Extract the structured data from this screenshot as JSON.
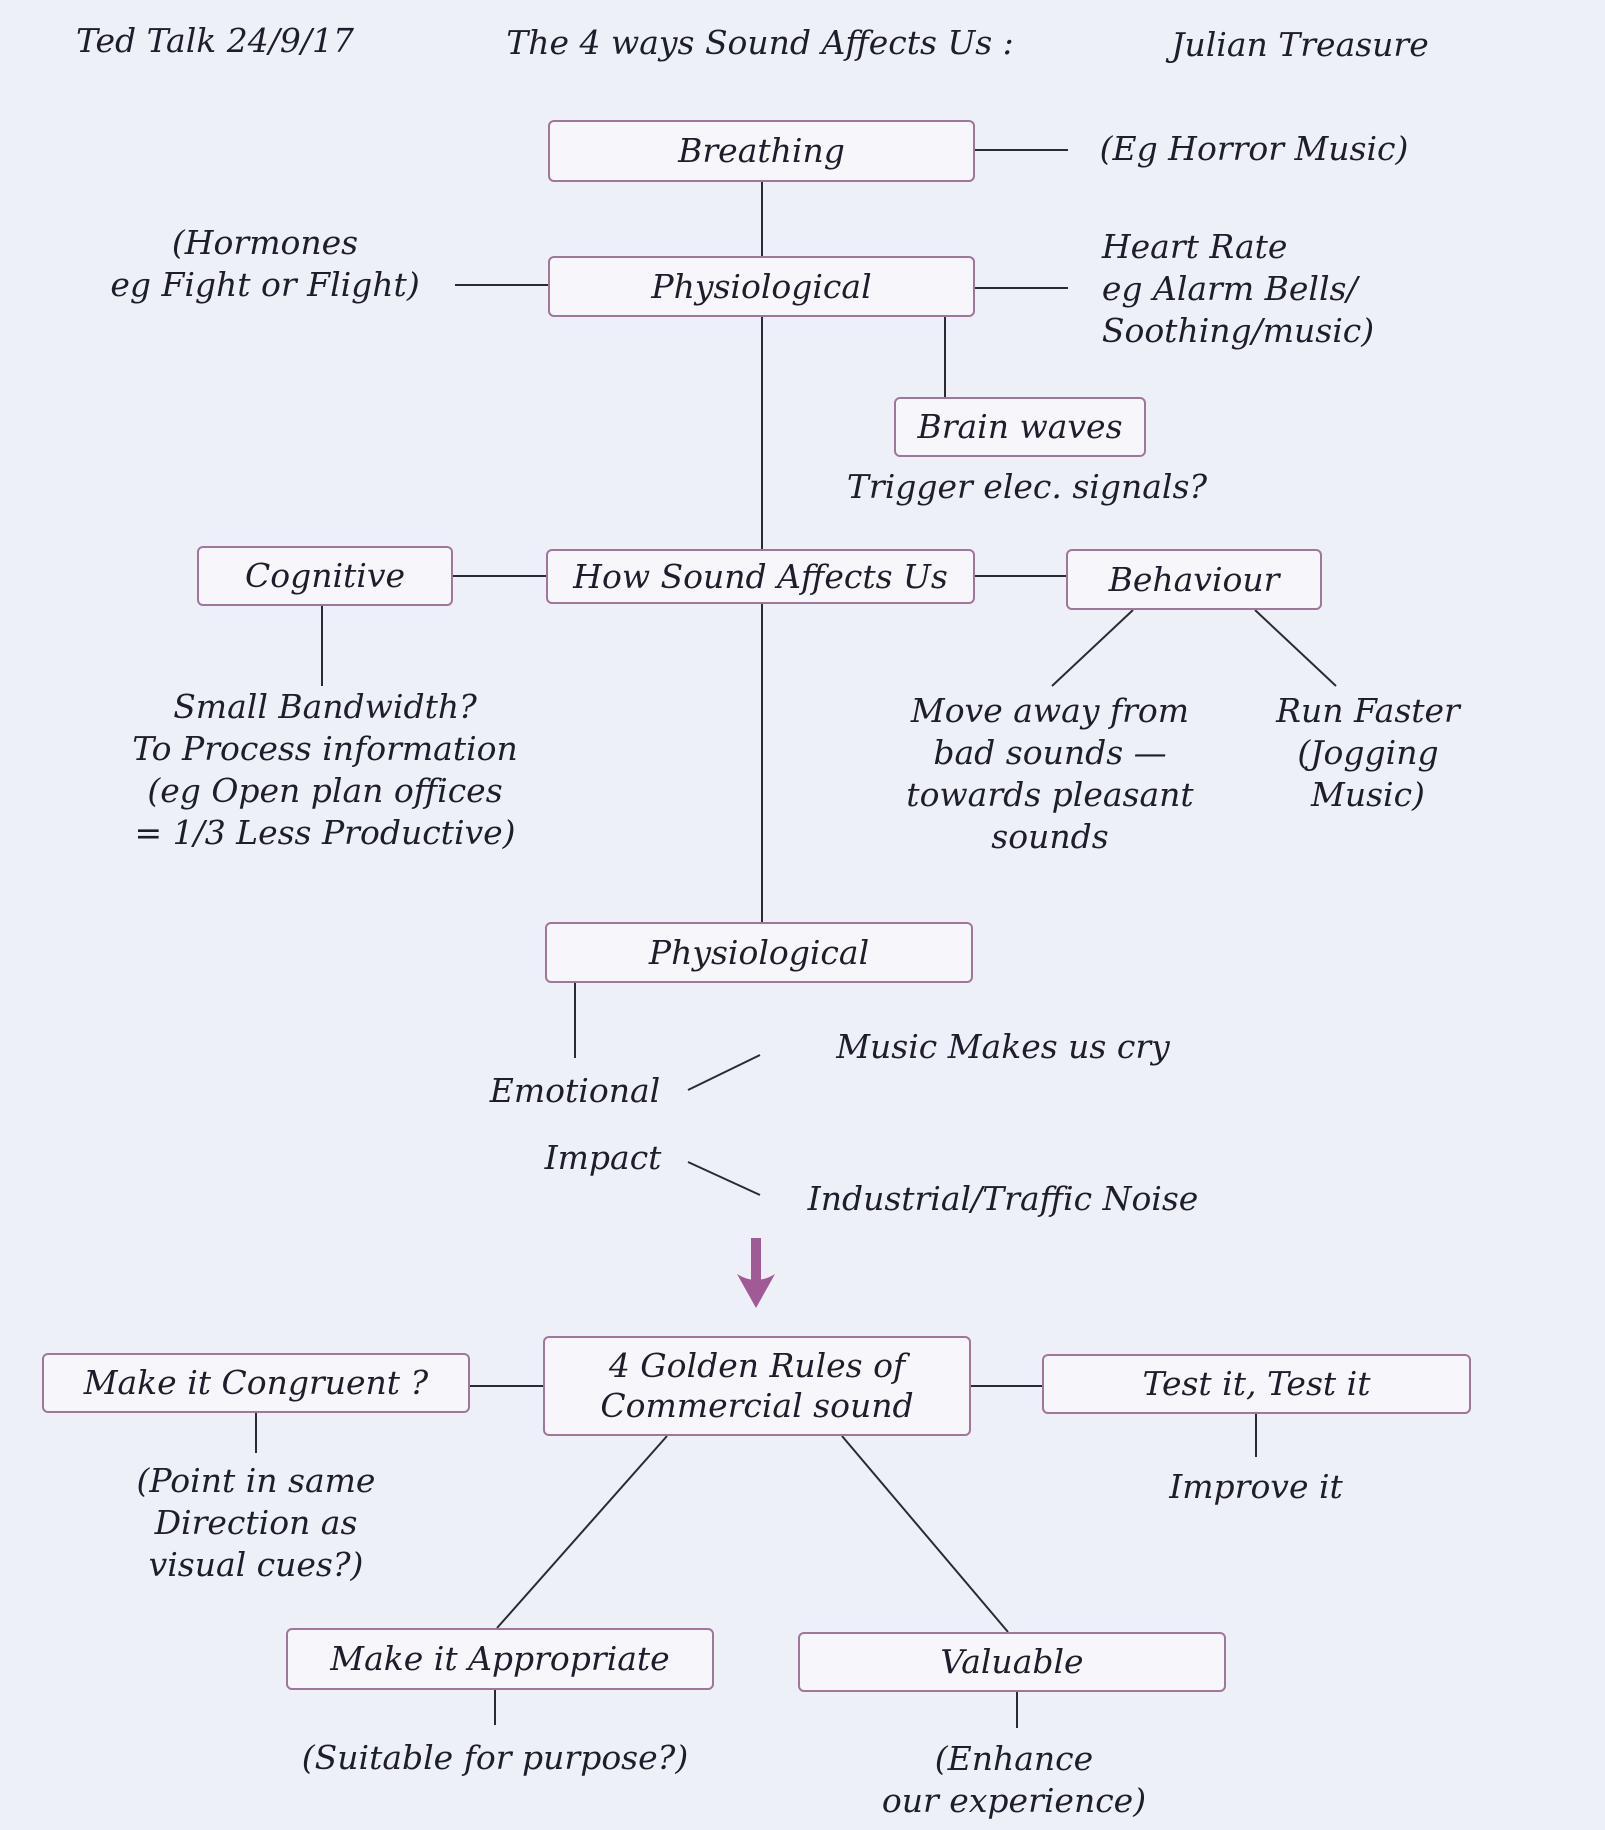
{
  "header": {
    "left": "Ted Talk 24/9/17",
    "title": "The 4 ways Sound Affects Us :",
    "author": "Julian Treasure"
  },
  "nodes": {
    "breathing": "Breathing",
    "physiological_top": "Physiological",
    "brain_waves": "Brain waves",
    "center": "How Sound Affects Us",
    "cognitive": "Cognitive",
    "behaviour": "Behaviour",
    "physiological_bottom": "Physiological",
    "golden_rules": "4 Golden Rules of\nCommercial sound",
    "congruent": "Make it Congruent ?",
    "test": "Test  it, Test it",
    "appropriate": "Make it Appropriate",
    "valuable": "Valuable"
  },
  "notes": {
    "horror": "(Eg Horror Music)",
    "hormones": "(Hormones\neg Fight or Flight)",
    "heart_rate": "Heart Rate\neg Alarm Bells/\nSoothing/music)",
    "trigger": "Trigger elec. signals?",
    "bandwidth": "Small Bandwidth?\nTo Process information\n(eg Open plan offices\n= 1/3 Less Productive)",
    "move_away": "Move  away from\nbad sounds —\ntowards pleasant\nsounds",
    "run_faster": "Run Faster\n(Jogging\nMusic)",
    "emotional": "Emotional",
    "cry": "Music Makes us cry",
    "impact": "Impact",
    "noise": "Industrial/Traffic Noise",
    "point_same": "(Point in same\nDirection as\nvisual cues?)",
    "improve": "Improve it",
    "suitable": "(Suitable for purpose?)",
    "enhance": "(Enhance\nour experience)"
  },
  "colors": {
    "box_border": "#a0769b",
    "arrow": "#a05a96",
    "line": "#2a2a35",
    "paper": "#eef0f7"
  }
}
